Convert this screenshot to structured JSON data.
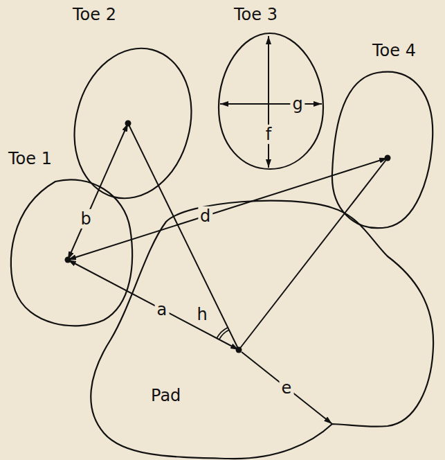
{
  "diagram": {
    "nodes": [
      {
        "text": [
          "Toe 2"
        ]
      },
      {
        "text": [
          "Toe 3"
        ]
      },
      {
        "text": [
          "Toe 4"
        ]
      },
      {
        "text": [
          "Toe 1"
        ]
      },
      {
        "text": [
          "Pad"
        ]
      }
    ],
    "edges": [
      {
        "from": 4,
        "to": 3,
        "label": "a",
        "arrow": "both"
      },
      {
        "from": 3,
        "to": 0,
        "label": "b",
        "arrow": "both"
      },
      {
        "from": 3,
        "to": 2,
        "label": "d",
        "arrow": "both"
      },
      {
        "from": 4,
        "to": 0,
        "arrow": "none"
      },
      {
        "from": 4,
        "to": 2,
        "arrow": "none"
      }
    ],
    "labels": [
      "f",
      "g",
      "h",
      "e"
    ]
  }
}
